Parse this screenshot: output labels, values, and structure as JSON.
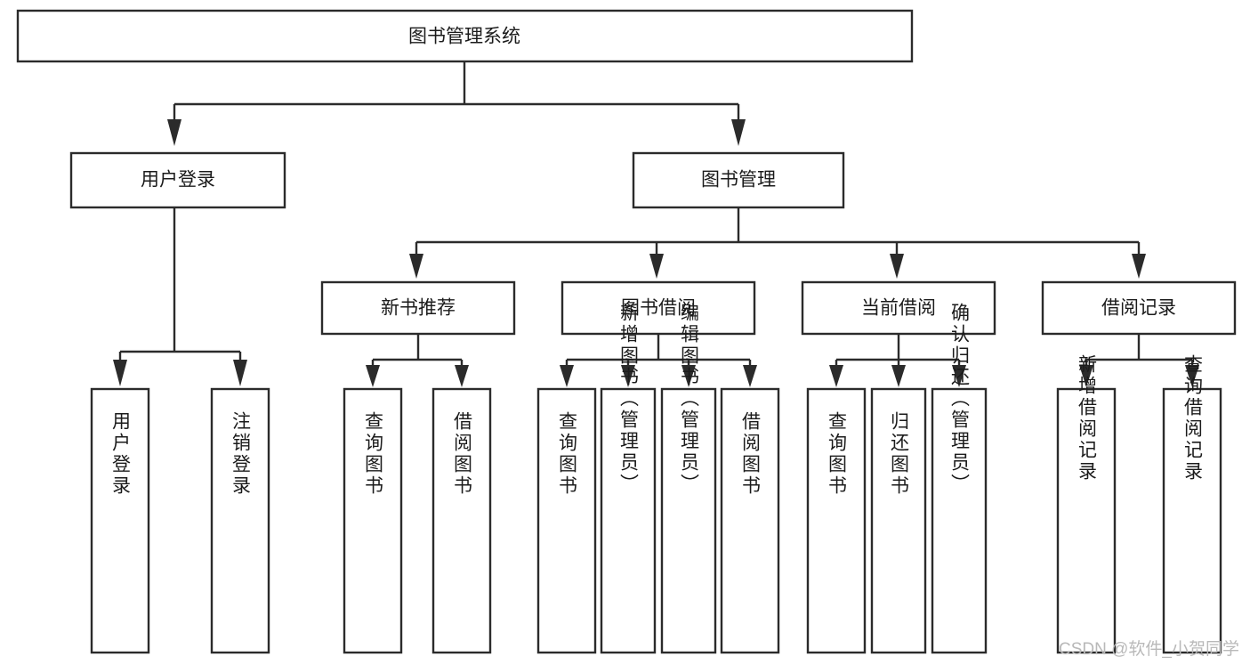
{
  "diagram": {
    "title_node": {
      "label": "图书管理系统"
    },
    "level2": [
      {
        "id": "user-login",
        "label": "用户登录"
      },
      {
        "id": "book-management",
        "label": "图书管理"
      }
    ],
    "level3": [
      {
        "id": "new-book-recommend",
        "label": "新书推荐"
      },
      {
        "id": "book-borrow",
        "label": "图书借阅"
      },
      {
        "id": "current-borrow",
        "label": "当前借阅"
      },
      {
        "id": "borrow-record",
        "label": "借阅记录"
      }
    ],
    "leaves": {
      "user_login": [
        {
          "id": "leaf-user-login",
          "label": "用户登录"
        },
        {
          "id": "leaf-logout-login",
          "label": "注销登录"
        }
      ],
      "new_book_recommend": [
        {
          "id": "leaf-query-book-1",
          "label": "查询图书"
        },
        {
          "id": "leaf-borrow-book-1",
          "label": "借阅图书"
        }
      ],
      "book_borrow": [
        {
          "id": "leaf-query-book-2",
          "label": "查询图书"
        },
        {
          "id": "leaf-add-book",
          "label": "新增图书（管理员）"
        },
        {
          "id": "leaf-edit-book",
          "label": "编辑图书（管理员）"
        },
        {
          "id": "leaf-borrow-book-2",
          "label": "借阅图书"
        }
      ],
      "current_borrow": [
        {
          "id": "leaf-query-book-3",
          "label": "查询图书"
        },
        {
          "id": "leaf-return-book",
          "label": "归还图书"
        },
        {
          "id": "leaf-confirm-return",
          "label": "确认归还（管理员）"
        }
      ],
      "borrow_record": [
        {
          "id": "leaf-add-record",
          "label": "新增借阅记录"
        },
        {
          "id": "leaf-query-record",
          "label": "查询借阅记录"
        }
      ]
    },
    "colors": {
      "stroke": "#2b2b2b",
      "fill": "#ffffff",
      "text": "#1b1b1b",
      "watermark": "#b9b9b9"
    }
  },
  "watermark": {
    "text": "CSDN @软件_小贺同学"
  }
}
